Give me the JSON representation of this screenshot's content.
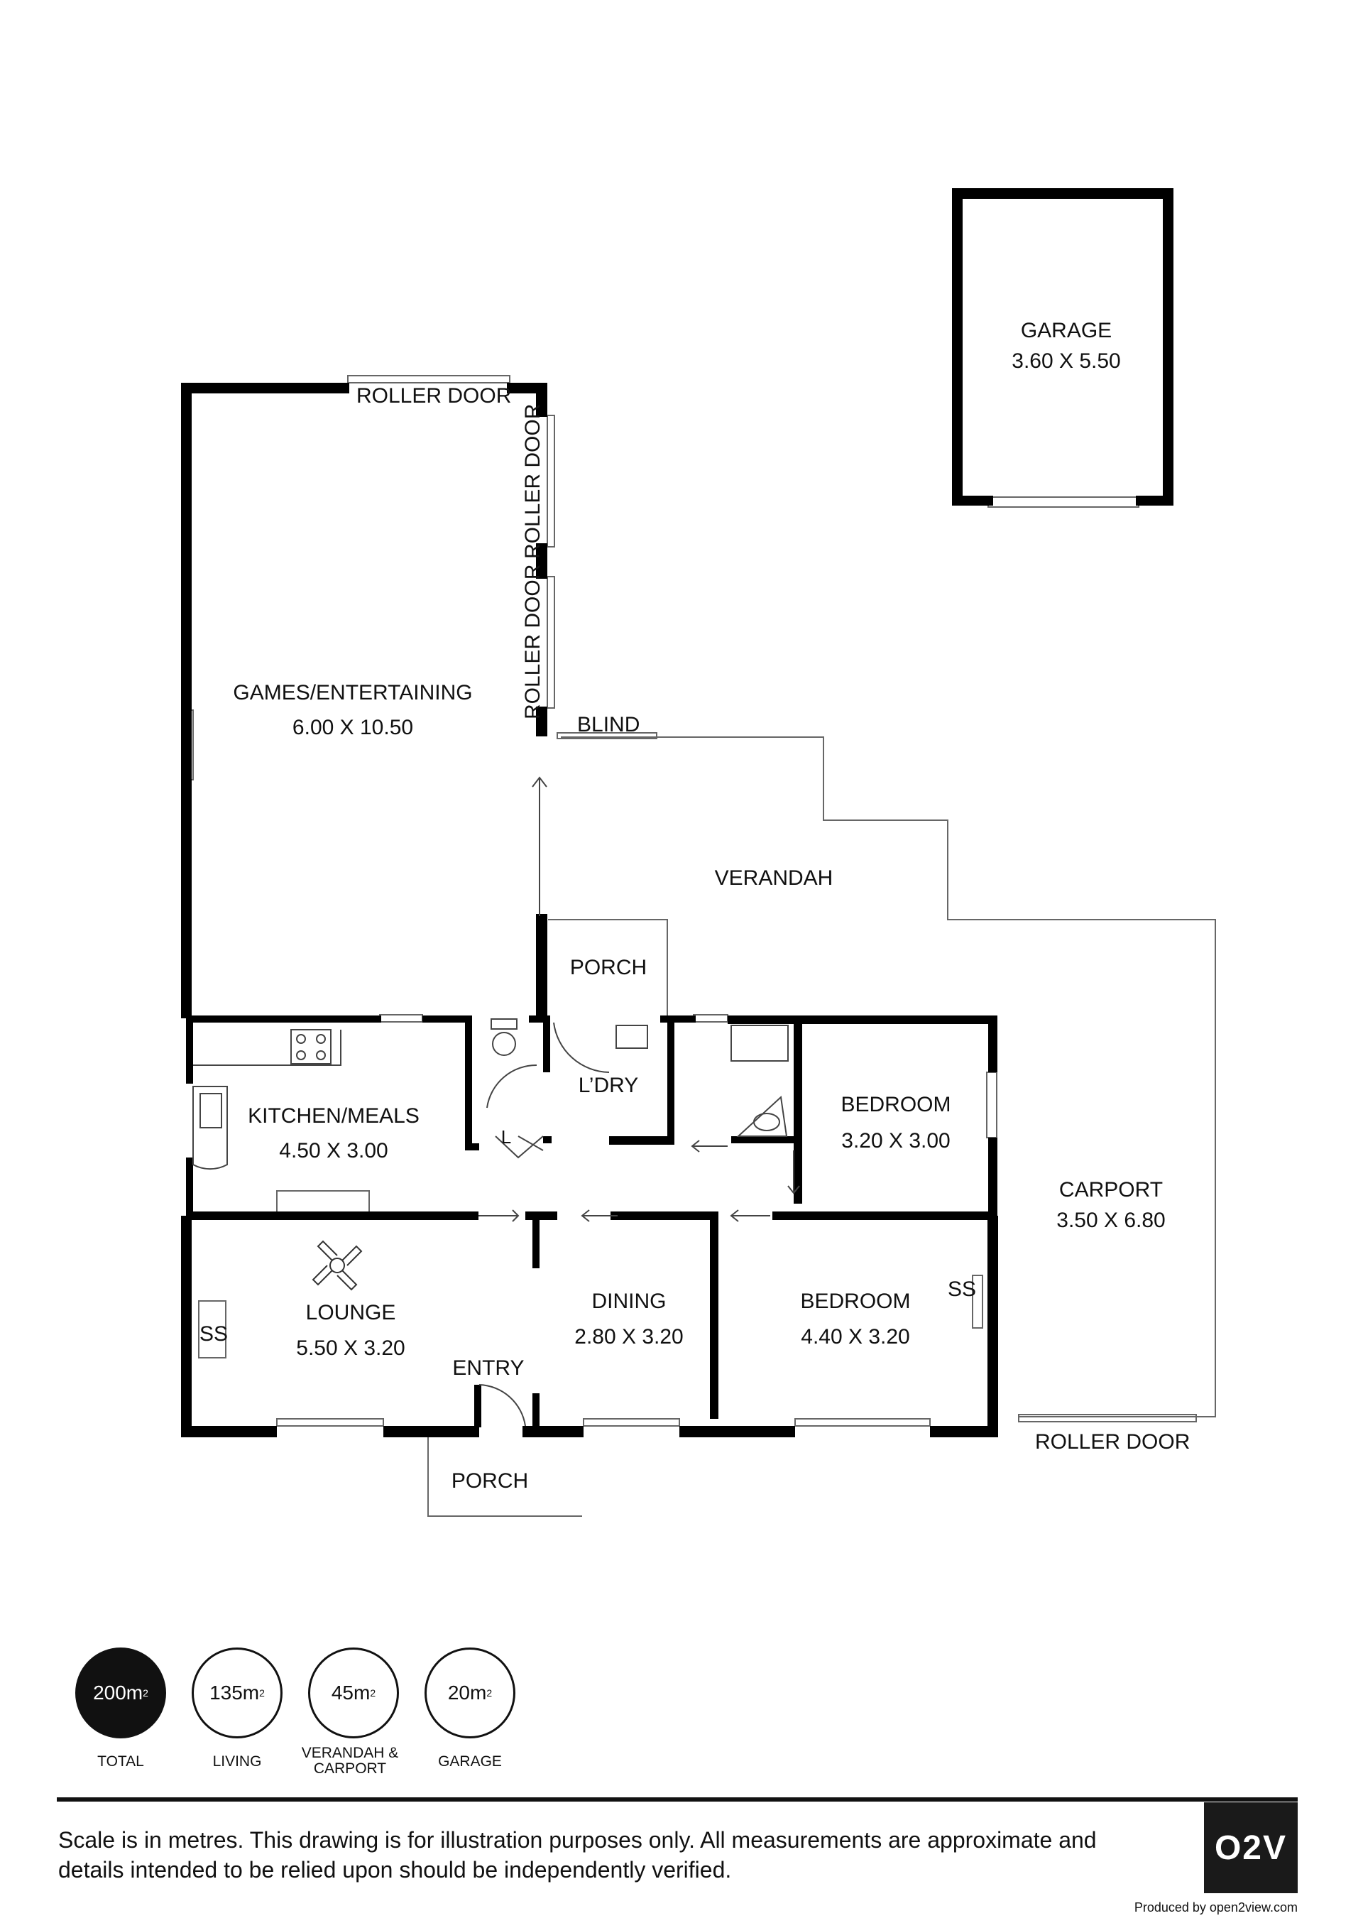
{
  "rooms": {
    "garage": {
      "name": "GARAGE",
      "dims": "3.60 X 5.50"
    },
    "games": {
      "name": "GAMES/ENTERTAINING",
      "dims": "6.00 X 10.50"
    },
    "verandah": {
      "name": "VERANDAH"
    },
    "porch_rear": {
      "name": "PORCH"
    },
    "laundry": {
      "name": "L’DRY"
    },
    "linen": {
      "name": "L"
    },
    "kitchen": {
      "name": "KITCHEN/MEALS",
      "dims": "4.50 X 3.00"
    },
    "bedroom1": {
      "name": "BEDROOM",
      "dims": "3.20 X 3.00"
    },
    "carport": {
      "name": "CARPORT",
      "dims": "3.50 X 6.80"
    },
    "lounge": {
      "name": "LOUNGE",
      "dims": "5.50 X 3.20"
    },
    "dining": {
      "name": "DINING",
      "dims": "2.80 X 3.20"
    },
    "bedroom2": {
      "name": "BEDROOM",
      "dims": "4.40 X 3.20"
    },
    "entry": {
      "name": "ENTRY"
    },
    "porch_front": {
      "name": "PORCH"
    }
  },
  "fixtures": {
    "roller_door_top": "ROLLER DOOR",
    "roller_door_side1": "ROLLER DOOR",
    "roller_door_side2": "ROLLER DOOR",
    "roller_door_carport": "ROLLER DOOR",
    "blind": "BLIND",
    "ss_lounge": "SS",
    "ss_bedroom": "SS"
  },
  "areas": [
    {
      "value": "200m",
      "sup": "2",
      "caption": "TOTAL",
      "filled": true
    },
    {
      "value": "135m",
      "sup": "2",
      "caption": "LIVING",
      "filled": false
    },
    {
      "value": "45m",
      "sup": "2",
      "caption": "VERANDAH & CARPORT",
      "filled": false
    },
    {
      "value": "20m",
      "sup": "2",
      "caption": "GARAGE",
      "filled": false
    }
  ],
  "footer": {
    "disclaimer": "Scale is in metres.  This drawing is for illustration purposes only.  All measurements are approximate and details intended to be relied upon should be independently verified.",
    "logo": "O2V",
    "produced_by": "Produced by open2view.com"
  },
  "colors": {
    "wall": "#000000",
    "line": "#666666",
    "background": "#ffffff"
  }
}
